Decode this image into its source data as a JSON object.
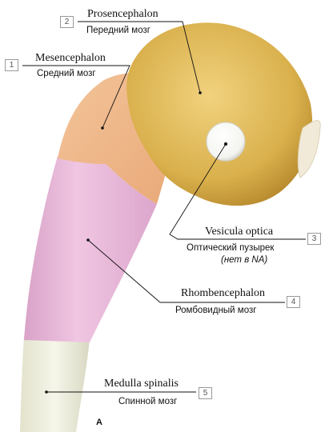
{
  "labels": [
    {
      "num": "2",
      "latin": "Prosencephalon",
      "russian": "Передний мозг"
    },
    {
      "num": "1",
      "latin": "Mesencephalon",
      "russian": "Средний мозг"
    },
    {
      "num": "3",
      "latin": "Vesicula optica",
      "russian": "Оптический пузырек",
      "note": "(нет в NA)"
    },
    {
      "num": "4",
      "latin": "Rhombencephalon",
      "russian": "Ромбовидный мозг"
    },
    {
      "num": "5",
      "latin": "Medulla spinalis",
      "russian": "Спинной мозг"
    }
  ],
  "figure_letter": "A",
  "colors": {
    "prosencephalon": "#d9b04c",
    "mesencephalon": "#efb487",
    "rhombencephalon": "#e8b8d8",
    "medulla": "#eeeede",
    "optic_vesicle": "#ffffff"
  }
}
